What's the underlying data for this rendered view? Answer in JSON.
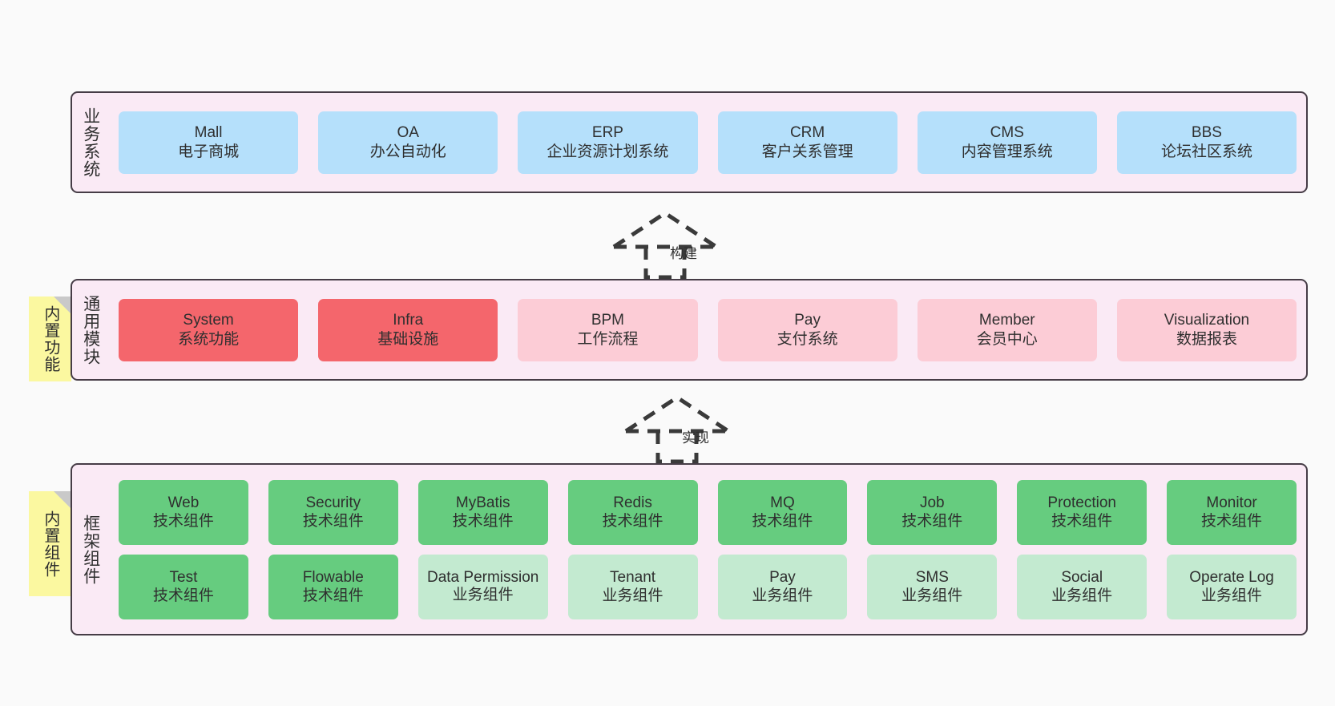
{
  "diagram": {
    "background": "#fafafa",
    "panel_bg": "#faeaf5",
    "panel_border": "#463c46",
    "note_bg": "#fbf8a0",
    "fold_color": "#c9c9c9"
  },
  "layers": [
    {
      "id": "business-systems",
      "title": "业务系统",
      "rows": [
        {
          "cells": [
            {
              "name": "Mall",
              "sub": "电子商城",
              "color": "#b5e0fb",
              "variant": "c-blue"
            },
            {
              "name": "OA",
              "sub": "办公自动化",
              "color": "#b5e0fb",
              "variant": "c-blue"
            },
            {
              "name": "ERP",
              "sub": "企业资源计划系统",
              "color": "#b5e0fb",
              "variant": "c-blue"
            },
            {
              "name": "CRM",
              "sub": "客户关系管理",
              "color": "#b5e0fb",
              "variant": "c-blue"
            },
            {
              "name": "CMS",
              "sub": "内容管理系统",
              "color": "#b5e0fb",
              "variant": "c-blue"
            },
            {
              "name": "BBS",
              "sub": "论坛社区系统",
              "color": "#b5e0fb",
              "variant": "c-blue"
            }
          ]
        }
      ]
    },
    {
      "id": "common-modules",
      "title": "通用模块",
      "note": "内置功能",
      "rows": [
        {
          "cells": [
            {
              "name": "System",
              "sub": "系统功能",
              "color": "#f4666c",
              "variant": "c-red"
            },
            {
              "name": "Infra",
              "sub": "基础设施",
              "color": "#f4666c",
              "variant": "c-red"
            },
            {
              "name": "BPM",
              "sub": "工作流程",
              "color": "#fcccd6",
              "variant": "c-pink"
            },
            {
              "name": "Pay",
              "sub": "支付系统",
              "color": "#fcccd6",
              "variant": "c-pink"
            },
            {
              "name": "Member",
              "sub": "会员中心",
              "color": "#fcccd6",
              "variant": "c-pink"
            },
            {
              "name": "Visualization",
              "sub": "数据报表",
              "color": "#fcccd6",
              "variant": "c-pink"
            }
          ]
        }
      ]
    },
    {
      "id": "framework-components",
      "title": "框架组件",
      "note": "内置组件",
      "rows": [
        {
          "cells": [
            {
              "name": "Web",
              "sub": "技术组件",
              "color": "#66cc7f",
              "variant": "c-green"
            },
            {
              "name": "Security",
              "sub": "技术组件",
              "color": "#66cc7f",
              "variant": "c-green"
            },
            {
              "name": "MyBatis",
              "sub": "技术组件",
              "color": "#66cc7f",
              "variant": "c-green"
            },
            {
              "name": "Redis",
              "sub": "技术组件",
              "color": "#66cc7f",
              "variant": "c-green"
            },
            {
              "name": "MQ",
              "sub": "技术组件",
              "color": "#66cc7f",
              "variant": "c-green"
            },
            {
              "name": "Job",
              "sub": "技术组件",
              "color": "#66cc7f",
              "variant": "c-green"
            },
            {
              "name": "Protection",
              "sub": "技术组件",
              "color": "#66cc7f",
              "variant": "c-green"
            },
            {
              "name": "Monitor",
              "sub": "技术组件",
              "color": "#66cc7f",
              "variant": "c-green"
            }
          ]
        },
        {
          "cells": [
            {
              "name": "Test",
              "sub": "技术组件",
              "color": "#66cc7f",
              "variant": "c-green"
            },
            {
              "name": "Flowable",
              "sub": "技术组件",
              "color": "#66cc7f",
              "variant": "c-green"
            },
            {
              "name": "Data Permission",
              "sub": "业务组件",
              "color": "#c3ead0",
              "variant": "c-lightgreen"
            },
            {
              "name": "Tenant",
              "sub": "业务组件",
              "color": "#c3ead0",
              "variant": "c-lightgreen"
            },
            {
              "name": "Pay",
              "sub": "业务组件",
              "color": "#c3ead0",
              "variant": "c-lightgreen"
            },
            {
              "name": "SMS",
              "sub": "业务组件",
              "color": "#c3ead0",
              "variant": "c-lightgreen"
            },
            {
              "name": "Social",
              "sub": "业务组件",
              "color": "#c3ead0",
              "variant": "c-lightgreen"
            },
            {
              "name": "Operate Log",
              "sub": "业务组件",
              "color": "#c3ead0",
              "variant": "c-lightgreen"
            }
          ]
        }
      ]
    }
  ],
  "connectors": [
    {
      "id": "build",
      "label": "构建"
    },
    {
      "id": "implement",
      "label": "实现"
    }
  ]
}
